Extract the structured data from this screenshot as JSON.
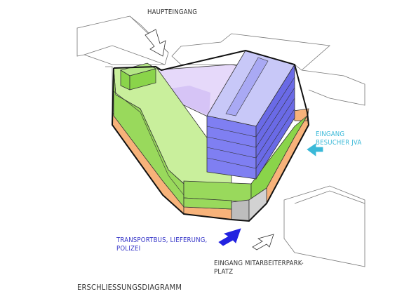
{
  "labels": {
    "main_entrance": "HAUPTEINGANG",
    "visitor_entrance_line1": "EINGANG",
    "visitor_entrance_line2": "BESUCHER JVA",
    "transport_line1": "TRANSPORTBUS, LIEFERUNG,",
    "transport_line2": "POLIZEI",
    "staff_line1": "EINGANG MITARBEITERPARK-",
    "staff_line2": "PLATZ",
    "diagram_title": "ERSCHLIESSUNGSDIAGRAMM"
  },
  "colors": {
    "green_top": "#c9ef9c",
    "green_side": "#99d95c",
    "green_dark": "#8ad44a",
    "orange": "#f7b27a",
    "purple_top": "#c8c8f8",
    "purple_side": "#7f7ff2",
    "purple_dark": "#6a6ae6",
    "lilac_court": "#e6d9fa",
    "grey_core": "#bdbdbd",
    "arrow_blue": "#2222e0",
    "arrow_cyan": "#3ab9d8"
  }
}
